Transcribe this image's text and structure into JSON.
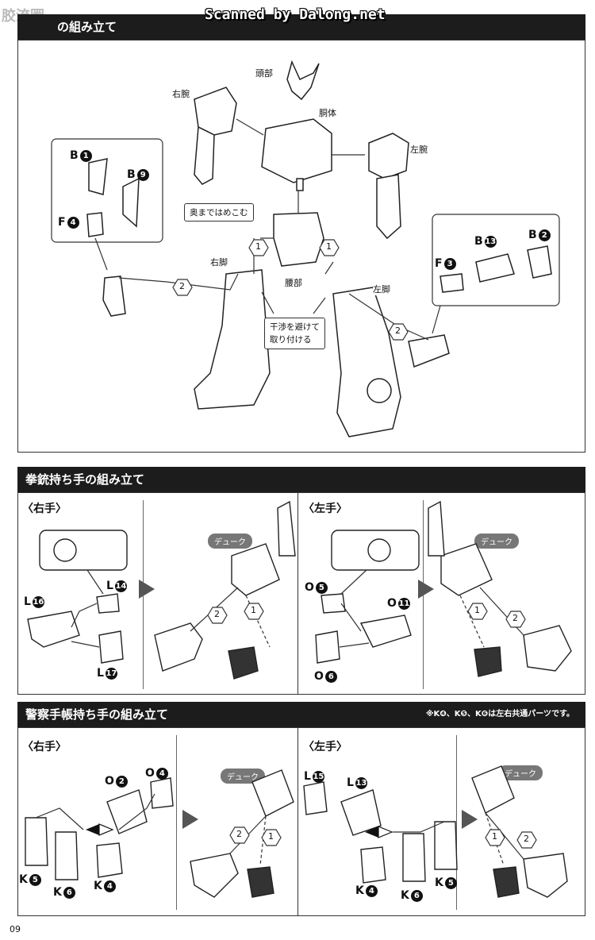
{
  "watermark": "Scanned by Dalong.net",
  "corner_logo": "胶流圈",
  "page_number": "09",
  "section1": {
    "title": "の組み立て",
    "labels": {
      "head": "頭部",
      "body": "胴体",
      "right_arm": "右腕",
      "left_arm": "左腕",
      "waist": "腰部",
      "right_leg": "右脚",
      "left_leg": "左脚",
      "push_in": "奥まではめこむ",
      "avoid1": "干渉を避けて",
      "avoid2": "取り付ける"
    },
    "parts_left": [
      {
        "letter": "B",
        "num": "1"
      },
      {
        "letter": "B",
        "num": "9"
      },
      {
        "letter": "F",
        "num": "4"
      }
    ],
    "parts_right": [
      {
        "letter": "B",
        "num": "13"
      },
      {
        "letter": "B",
        "num": "2"
      },
      {
        "letter": "F",
        "num": "3"
      }
    ],
    "steps": [
      "1",
      "2"
    ]
  },
  "section2": {
    "title": "拳銃持ち手の組み立て",
    "right_title": "〈右手〉",
    "left_title": "〈左手〉",
    "duke": "デューク",
    "right_parts": [
      {
        "letter": "L",
        "num": "14"
      },
      {
        "letter": "L",
        "num": "16"
      },
      {
        "letter": "L",
        "num": "17"
      }
    ],
    "left_parts": [
      {
        "letter": "O",
        "num": "5"
      },
      {
        "letter": "O",
        "num": "11"
      },
      {
        "letter": "O",
        "num": "6"
      }
    ],
    "steps": [
      "1",
      "2"
    ]
  },
  "section3": {
    "title": "警察手帳持ち手の組み立て",
    "note": "※K❹、K❺、K❻は左右共通パーツです。",
    "right_title": "〈右手〉",
    "left_title": "〈左手〉",
    "duke": "デューク",
    "right_parts": [
      {
        "letter": "O",
        "num": "2"
      },
      {
        "letter": "O",
        "num": "4"
      },
      {
        "letter": "K",
        "num": "5"
      },
      {
        "letter": "K",
        "num": "6"
      },
      {
        "letter": "K",
        "num": "4"
      }
    ],
    "left_parts": [
      {
        "letter": "L",
        "num": "15"
      },
      {
        "letter": "L",
        "num": "13"
      },
      {
        "letter": "K",
        "num": "4"
      },
      {
        "letter": "K",
        "num": "6"
      },
      {
        "letter": "K",
        "num": "5"
      }
    ],
    "steps": [
      "1",
      "2"
    ]
  }
}
